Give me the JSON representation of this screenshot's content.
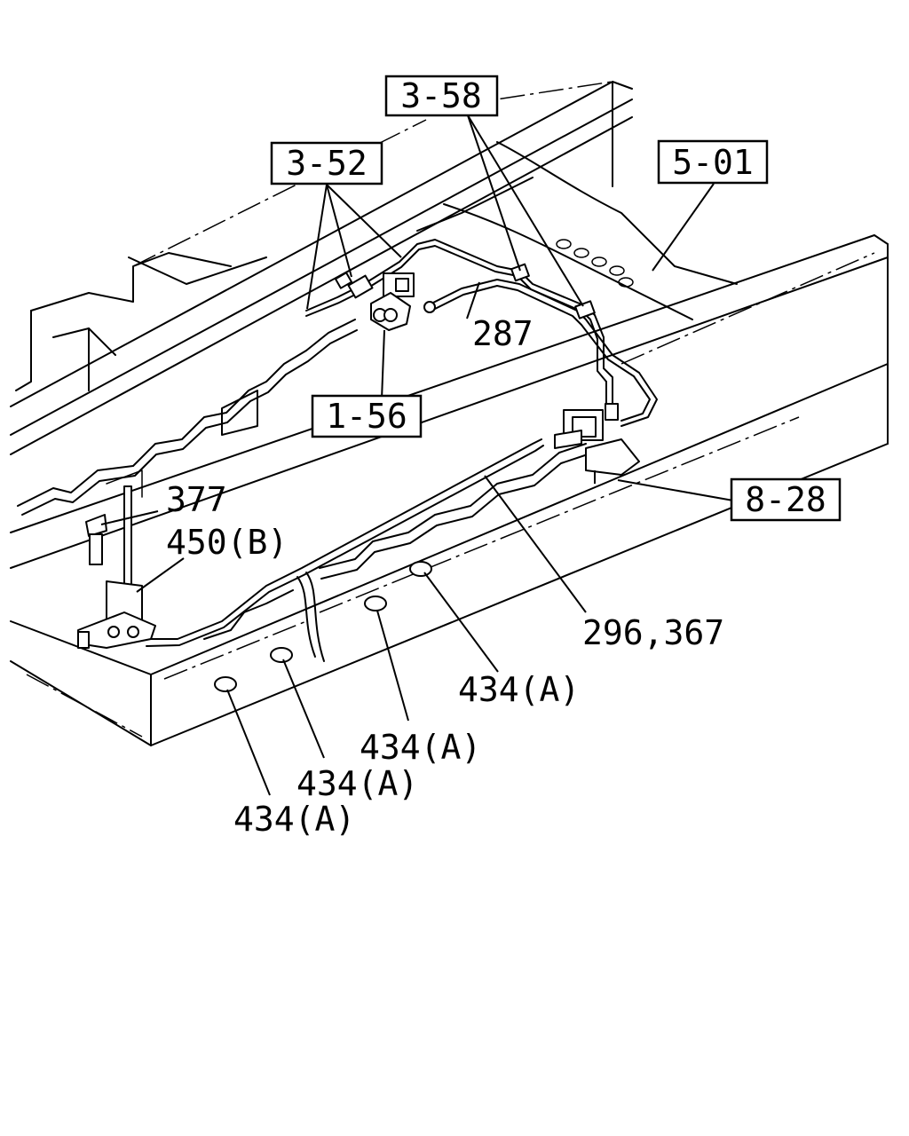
{
  "references": {
    "ref_3_58": "3-58",
    "ref_3_52": "3-52",
    "ref_5_01": "5-01",
    "ref_1_56": "1-56",
    "ref_8_28": "8-28"
  },
  "parts": {
    "p287": "287",
    "p377": "377",
    "p450b": "450(B)",
    "p296_367": "296,367",
    "p434a_1": "434(A)",
    "p434a_2": "434(A)",
    "p434a_3": "434(A)",
    "p434a_4": "434(A)"
  }
}
